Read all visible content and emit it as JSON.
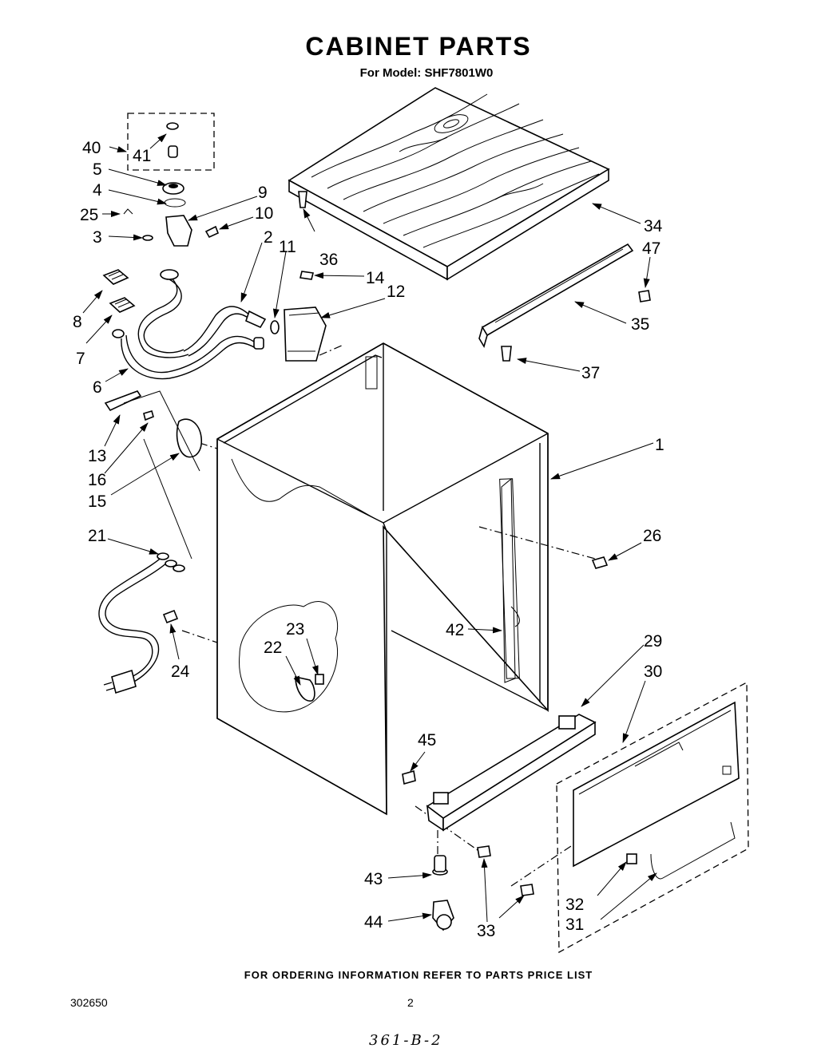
{
  "header": {
    "title": "CABINET PARTS",
    "subtitle": "For Model: SHF7801W0"
  },
  "footer": {
    "ordering": "FOR ORDERING INFORMATION REFER TO PARTS PRICE LIST",
    "doc_number": "302650",
    "page_number": "2",
    "handwritten_note": "361-B-2"
  },
  "callouts": {
    "c1": "1",
    "c2": "2",
    "c3": "3",
    "c4": "4",
    "c5": "5",
    "c6": "6",
    "c7": "7",
    "c8": "8",
    "c9": "9",
    "c10": "10",
    "c11": "11",
    "c12": "12",
    "c13": "13",
    "c14": "14",
    "c15": "15",
    "c16": "16",
    "c21": "21",
    "c22": "22",
    "c23": "23",
    "c24": "24",
    "c25": "25",
    "c26": "26",
    "c29": "29",
    "c30": "30",
    "c31": "31",
    "c32": "32",
    "c33": "33",
    "c34": "34",
    "c35": "35",
    "c36": "36",
    "c37": "37",
    "c40": "40",
    "c41": "41",
    "c42": "42",
    "c43": "43",
    "c44": "44",
    "c45": "45",
    "c47": "47"
  }
}
